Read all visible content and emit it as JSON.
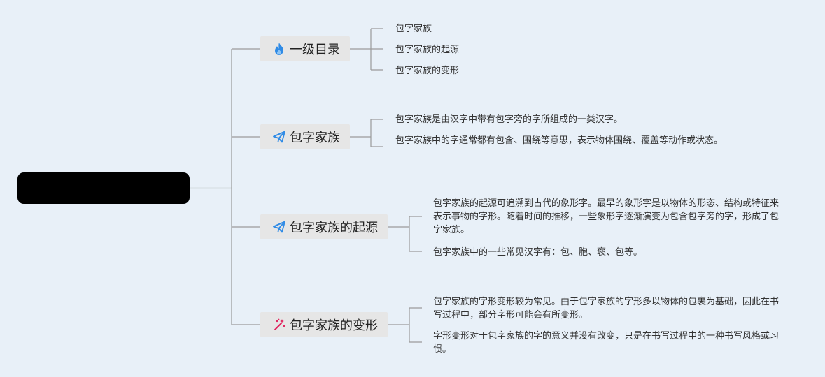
{
  "root": {
    "label": ""
  },
  "branches": [
    {
      "label": "一级目录",
      "icon": "fire-icon",
      "items": [
        "包字家族",
        "包字家族的起源",
        "包字家族的变形"
      ]
    },
    {
      "label": "包字家族",
      "icon": "paper-plane-icon",
      "items": [
        "包字家族是由汉字中带有包字旁的字所组成的一类汉字。",
        "包字家族中的字通常都有包含、围绕等意思，表示物体围绕、覆盖等动作或状态。"
      ]
    },
    {
      "label": "包字家族的起源",
      "icon": "paper-plane-icon",
      "items": [
        "包字家族的起源可追溯到古代的象形字。最早的象形字是以物体的形态、结构或特征来表示事物的字形。随着时间的推移，一些象形字逐渐演变为包含包字旁的字，形成了包字家族。",
        "包字家族中的一些常见汉字有：包、胞、褒、包等。"
      ]
    },
    {
      "label": "包字家族的变形",
      "icon": "magic-wand-icon",
      "items": [
        "包字家族的字形变形较为常见。由于包字家族的字形多以物体的包裹为基础，因此在书写过程中，部分字形可能会有所变形。",
        "字形变形对于包字家族的字的意义并没有改变，只是在书写过程中的一种书写风格或习惯。"
      ]
    }
  ],
  "colors": {
    "background": "#e8f0f8",
    "line": "#9a9a9a",
    "node_bg": "#e6e6e6",
    "fire": "#2f8be6",
    "plane": "#2f8be6",
    "wand": "#e0245e"
  }
}
